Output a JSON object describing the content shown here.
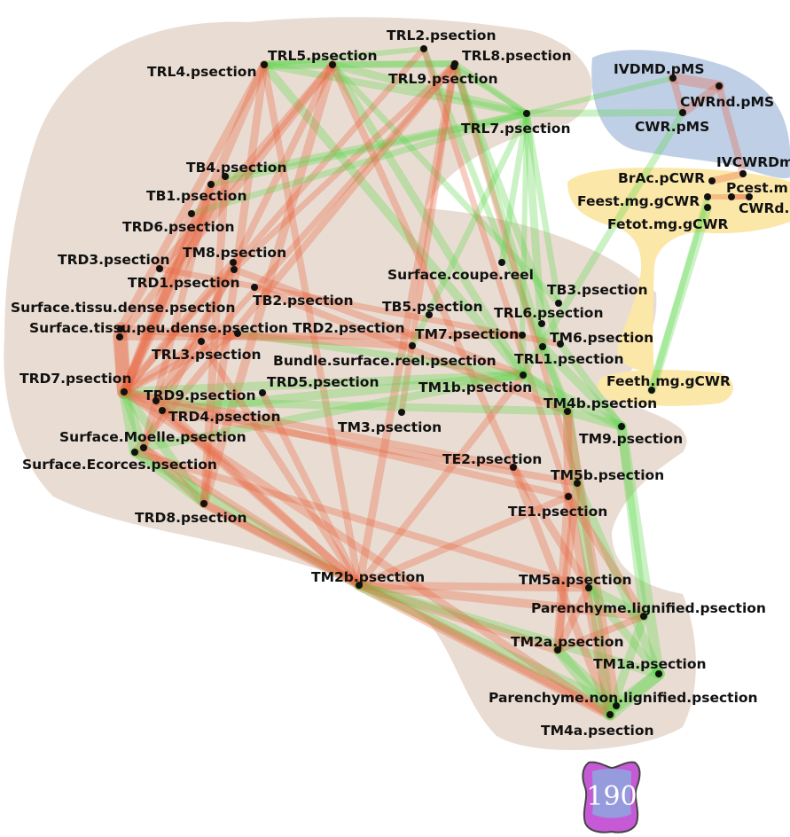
{
  "colors": {
    "brown_group": "#e9ddd3",
    "blue_group": "#bfcfe6",
    "yellow_group": "#fbe7a8",
    "positive_edge": "#5ed84c",
    "negative_edge": "#e8653f",
    "node": "#111111"
  },
  "badge": {
    "text": "190"
  },
  "nodes": [
    {
      "id": "TRL2.psection",
      "label": "TRL2.psection"
    },
    {
      "id": "TRL8.psection",
      "label": "TRL8.psection"
    },
    {
      "id": "TRL5.psection",
      "label": "TRL5.psection"
    },
    {
      "id": "TRL4.psection",
      "label": "TRL4.psection"
    },
    {
      "id": "TRL9.psection",
      "label": "TRL9.psection"
    },
    {
      "id": "TRL7.psection",
      "label": "TRL7.psection"
    },
    {
      "id": "IVDMD.pMS",
      "label": "IVDMD.pMS"
    },
    {
      "id": "CWRnd.pMS",
      "label": "CWRnd.pMS"
    },
    {
      "id": "CWR.pMS",
      "label": "CWR.pMS"
    },
    {
      "id": "IVCWRDm",
      "label": "IVCWRDm"
    },
    {
      "id": "BrAc.pCWR",
      "label": "BrAc.pCWR"
    },
    {
      "id": "Pcest.m",
      "label": "Pcest.m"
    },
    {
      "id": "Feest.mg.gCWR",
      "label": "Feest.mg.gCWR"
    },
    {
      "id": "CWRd",
      "label": "CWRd."
    },
    {
      "id": "Fetot.mg.gCWR",
      "label": "Fetot.mg.gCWR"
    },
    {
      "id": "TB4.psection",
      "label": "TB4.psection"
    },
    {
      "id": "TB1.psection",
      "label": "TB1.psection"
    },
    {
      "id": "TRD6.psection",
      "label": "TRD6.psection"
    },
    {
      "id": "TRD3.psection",
      "label": "TRD3.psection"
    },
    {
      "id": "TM8.psection",
      "label": "TM8.psection"
    },
    {
      "id": "TRD1.psection",
      "label": "TRD1.psection"
    },
    {
      "id": "Surface.coupe.reel",
      "label": "Surface.coupe.reel"
    },
    {
      "id": "TB3.psection",
      "label": "TB3.psection"
    },
    {
      "id": "TB2.psection",
      "label": "TB2.psection"
    },
    {
      "id": "Surface.tissu.dense.psection",
      "label": "Surface.tissu.dense.psection"
    },
    {
      "id": "TB5.psection",
      "label": "TB5.psection"
    },
    {
      "id": "TRL6.psection",
      "label": "TRL6.psection"
    },
    {
      "id": "Surface.tissu.peu.dense.psection",
      "label": "Surface.tissu.peu.dense.psection"
    },
    {
      "id": "TRD2.psection",
      "label": "TRD2.psection"
    },
    {
      "id": "TM7.psection",
      "label": "TM7.psection"
    },
    {
      "id": "TM6.psection",
      "label": "TM6.psection"
    },
    {
      "id": "TRL3.psection",
      "label": "TRL3.psection"
    },
    {
      "id": "Bundle.surface.reel.psection",
      "label": "Bundle.surface.reel.psection"
    },
    {
      "id": "TRL1.psection",
      "label": "TRL1.psection"
    },
    {
      "id": "TRD7.psection",
      "label": "TRD7.psection"
    },
    {
      "id": "TRD5.psection",
      "label": "TRD5.psection"
    },
    {
      "id": "TM1b.psection",
      "label": "TM1b.psection"
    },
    {
      "id": "Feeth.mg.gCWR",
      "label": "Feeth.mg.gCWR"
    },
    {
      "id": "TRD9.psection",
      "label": "TRD9.psection"
    },
    {
      "id": "TM4b.psection",
      "label": "TM4b.psection"
    },
    {
      "id": "TRD4.psection",
      "label": "TRD4.psection"
    },
    {
      "id": "TM3.psection",
      "label": "TM3.psection"
    },
    {
      "id": "Surface.Moelle.psection",
      "label": "Surface.Moelle.psection"
    },
    {
      "id": "TM9.psection",
      "label": "TM9.psection"
    },
    {
      "id": "Surface.Ecorces.psection",
      "label": "Surface.Ecorces.psection"
    },
    {
      "id": "TE2.psection",
      "label": "TE2.psection"
    },
    {
      "id": "TM5b.psection",
      "label": "TM5b.psection"
    },
    {
      "id": "TE1.psection",
      "label": "TE1.psection"
    },
    {
      "id": "TRD8.psection",
      "label": "TRD8.psection"
    },
    {
      "id": "TM2b.psection",
      "label": "TM2b.psection"
    },
    {
      "id": "TM5a.psection",
      "label": "TM5a.psection"
    },
    {
      "id": "Parenchyme.lignified.psection",
      "label": "Parenchyme.lignified.psection"
    },
    {
      "id": "TM2a.psection",
      "label": "TM2a.psection"
    },
    {
      "id": "TM1a.psection",
      "label": "TM1a.psection"
    },
    {
      "id": "Parenchyme.non.lignified.psection",
      "label": "Parenchyme.non.lignified.psection"
    },
    {
      "id": "TM4a.psection",
      "label": "TM4a.psection"
    }
  ]
}
